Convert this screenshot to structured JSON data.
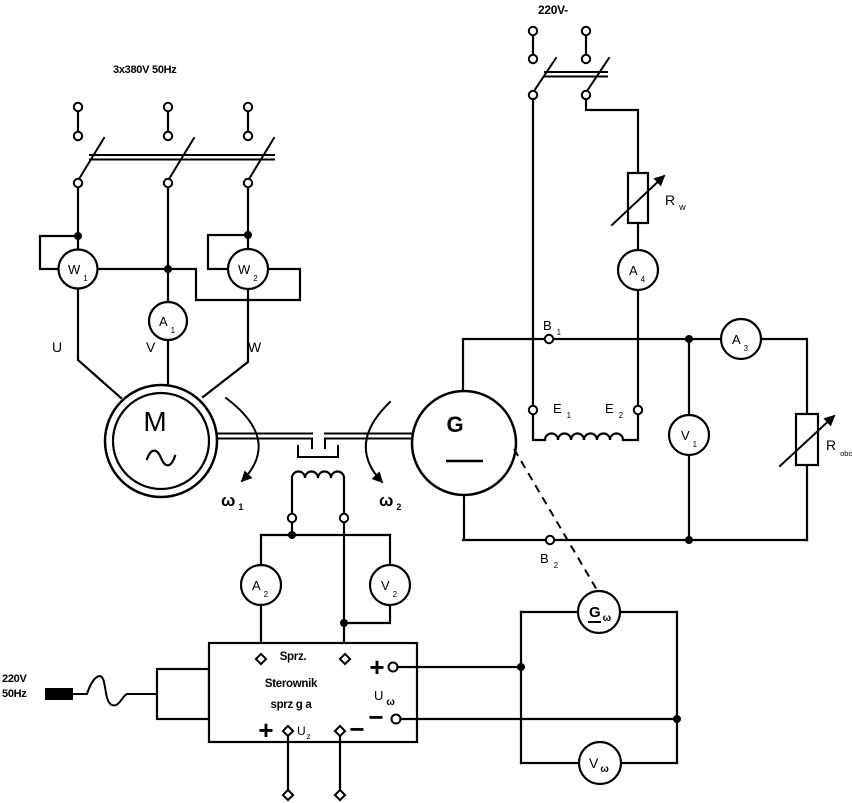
{
  "diagram": {
    "colors": {
      "line": "#000000",
      "background": "#ffffff"
    },
    "supply_three_phase": {
      "voltage": "3x380V",
      "frequency": "50Hz"
    },
    "supply_dc": {
      "label": "220V-"
    },
    "mains": {
      "voltage": "220V",
      "frequency": "50Hz"
    },
    "phases": {
      "u": "U",
      "v": "V",
      "w": "W"
    },
    "motor": {
      "symbol": "M"
    },
    "generator": {
      "symbol": "G"
    },
    "tacho": {
      "letter": "G",
      "sub": "ω"
    },
    "meters": {
      "w1": {
        "letter": "W",
        "sub": "1"
      },
      "w2": {
        "letter": "W",
        "sub": "2"
      },
      "a1": {
        "letter": "A",
        "sub": "1"
      },
      "a2": {
        "letter": "A",
        "sub": "2"
      },
      "a3": {
        "letter": "A",
        "sub": "3"
      },
      "a4": {
        "letter": "A",
        "sub": "4"
      },
      "v1": {
        "letter": "V",
        "sub": "1"
      },
      "v2": {
        "letter": "V",
        "sub": "2"
      },
      "v_omega": {
        "letter": "V",
        "sub": "ω"
      }
    },
    "resistors": {
      "rw": {
        "letter": "R",
        "sub": "w"
      },
      "robc": {
        "letter": "R",
        "sub": "obc"
      }
    },
    "terminals": {
      "b1": {
        "letter": "B",
        "sub": "1"
      },
      "b2": {
        "letter": "B",
        "sub": "2"
      },
      "e1": {
        "letter": "E",
        "sub": "1"
      },
      "e2": {
        "letter": "E",
        "sub": "2"
      }
    },
    "speeds": {
      "omega1": {
        "letter": "ω",
        "sub": "1"
      },
      "omega2": {
        "letter": "ω",
        "sub": "2"
      }
    },
    "controller": {
      "line1": "Sprz.",
      "line2": "Sterownik",
      "line3": "sprz g a",
      "out_plus": "+",
      "out_minus": "−",
      "u_omega": {
        "letter": "U",
        "sub": "ω"
      },
      "in_plus": "+",
      "in_minus": "−",
      "uz": {
        "letter": "U",
        "sub": "z"
      }
    }
  }
}
